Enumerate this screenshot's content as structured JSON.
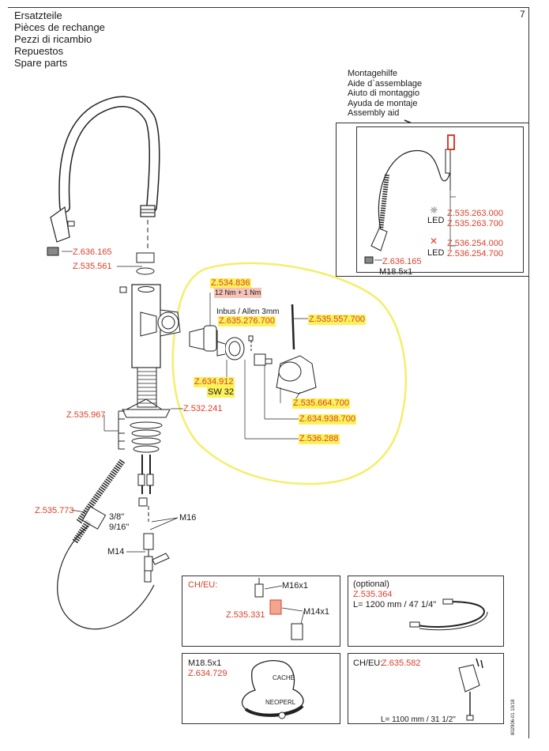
{
  "page_number": "7",
  "titles": [
    "Ersatzteile",
    "Pièces de rechange",
    "Pezzi di ricambio",
    "Repuestos",
    "Spare parts"
  ],
  "assembly_aid": [
    "Montagehilfe",
    "Aide d`assemblage",
    "Aiuto di montaggio",
    "Ayuda de montaje",
    "Assembly aid"
  ],
  "inset": {
    "led_label_1": "LED",
    "led_label_2": "LED",
    "parts": [
      "Z.535.263.000",
      "Z.535.263.700",
      "Z.536.254.000",
      "Z.536.254.700",
      "Z.636.165"
    ],
    "thread": "M18.5x1"
  },
  "main_parts": {
    "z636165": "Z.636.165",
    "z535561": "Z.535.561",
    "z534836": "Z.534.836",
    "torque": "12 Nm + 1 Nm",
    "allen": "Inbus / Allen 3mm",
    "z635276700": "Z.635.276.700",
    "z535557700": "Z.535.557.700",
    "z634912": "Z.634.912",
    "sw32": "SW 32",
    "z535664700": "Z.535.664.700",
    "z634938700": "Z.634.938.700",
    "z536288": "Z.536.288",
    "z535967": "Z.535.967",
    "z532241": "Z.532.241",
    "z535773": "Z.535.773",
    "size_38": "3/8\"",
    "size_916": "9/16\"",
    "m16": "M16",
    "m14": "M14"
  },
  "box_cheu": {
    "label": "CH/EU:",
    "m16x1": "M16x1",
    "m14x1": "M14x1",
    "part": "Z.535.331"
  },
  "box_optional": {
    "label": "(optional)",
    "part": "Z.535.364",
    "length": "L= 1200 mm / 47 1/4\""
  },
  "box_aerator": {
    "thread": "M18.5x1",
    "part": "Z.634.729",
    "cache": "CACHÉ",
    "brand": "NEOPERL"
  },
  "box_adapter": {
    "label": "CH/EU:",
    "part": "Z.635.582",
    "length": "L=  1100 mm / 31 1/2\""
  },
  "doc_code": "802906-01 10/18",
  "colors": {
    "highlight": "#fbf25a",
    "part_red": "#d9402b",
    "circle": "#f2ef6a"
  }
}
